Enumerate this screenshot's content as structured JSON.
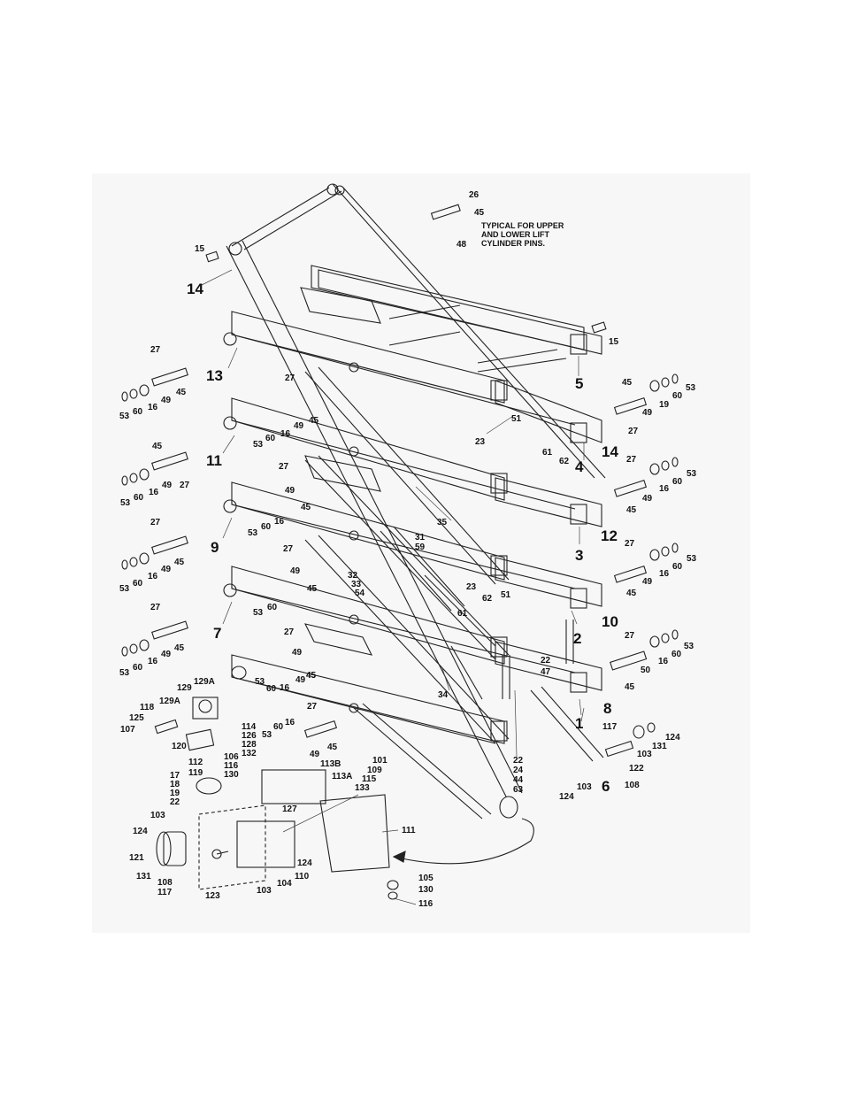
{
  "note": [
    "TYPICAL FOR UPPER",
    "AND LOWER LIFT",
    "CYLINDER PINS."
  ],
  "callouts": {
    "n26": "26",
    "n45a": "45",
    "n48": "48",
    "n15a": "15",
    "n14a": "14",
    "n15b": "15",
    "n5": "5",
    "n27a": "27",
    "n13": "13",
    "n49a": "49",
    "n45b": "45",
    "n53a": "53",
    "n60a": "60",
    "n16a": "16",
    "n27b": "27",
    "n45c": "45",
    "n49b": "49",
    "n16b": "16",
    "n60b": "60",
    "n53b": "53",
    "n45d": "45",
    "n19": "19",
    "n60c": "60",
    "n53c": "53",
    "n49c": "49",
    "n27c": "27",
    "n51a": "51",
    "n23a": "23",
    "n61a": "61",
    "n62a": "62",
    "n4": "4",
    "n14b": "14",
    "n45e": "45",
    "n11": "11",
    "n27d": "27",
    "n49d": "49",
    "n16c": "16",
    "n60d": "60",
    "n53d": "53",
    "n27e": "27",
    "n49e": "49",
    "n45f": "45",
    "n16d": "16",
    "n60e": "60",
    "n53e": "53",
    "n27f": "27",
    "n16e": "16",
    "n60f": "60",
    "n53f": "53",
    "n49f": "49",
    "n45g": "45",
    "n12": "12",
    "n35": "35",
    "n27g": "27",
    "n9": "9",
    "n49g": "49",
    "n45h": "45",
    "n16f": "16",
    "n60g": "60",
    "n53g": "53",
    "n27h": "27",
    "n49h": "49",
    "n45i": "45",
    "n3": "3",
    "n31": "31",
    "n59": "59",
    "n27i": "27",
    "n16g": "16",
    "n60h": "60",
    "n53h": "53",
    "n49i": "49",
    "n45j": "45",
    "n32": "32",
    "n33": "33",
    "n54": "54",
    "n23b": "23",
    "n51b": "51",
    "n62b": "62",
    "n61b": "61",
    "n10": "10",
    "n27j": "27",
    "n7": "7",
    "n49j": "49",
    "n45k": "45",
    "n16h": "16",
    "n60i": "60",
    "n53i": "53",
    "n53j": "53",
    "n60j": "60",
    "n27k": "27",
    "n49k": "49",
    "n45l": "45",
    "n2": "2",
    "n22a": "22",
    "n47": "47",
    "n27l": "27",
    "n16i": "16",
    "n60k": "60",
    "n53k": "53",
    "n50": "50",
    "n45m": "45",
    "n129A": "129A",
    "n129": "129",
    "n53l": "53",
    "n60l": "60",
    "n16j": "16",
    "n49l": "49",
    "n45n": "45",
    "n34": "34",
    "n8": "8",
    "n118": "118",
    "n129Ab": "129A",
    "n125": "125",
    "n107": "107",
    "n120": "120",
    "n27m": "27",
    "n1": "1",
    "n117a": "117",
    "n131a": "131",
    "n103a": "103",
    "n124a": "124",
    "n122": "122",
    "n114": "114",
    "n126": "126",
    "n128": "128",
    "n132": "132",
    "n60m": "60",
    "n53m": "53",
    "n16k": "16",
    "n49m": "49",
    "n45o": "45",
    "n112": "112",
    "n119": "119",
    "n106": "106",
    "n116a": "116",
    "n130a": "130",
    "n113B": "113B",
    "n101": "101",
    "n109": "109",
    "n115": "115",
    "n113A": "113A",
    "n133": "133",
    "n22b": "22",
    "n24": "24",
    "n44": "44",
    "n63": "63",
    "n6": "6",
    "n108a": "108",
    "n124b": "124",
    "n103b": "103",
    "n17": "17",
    "n18": "18",
    "n19b": "19",
    "n22c": "22",
    "n103c": "103",
    "n127": "127",
    "n111": "111",
    "n124c": "124",
    "n121": "121",
    "n131b": "131",
    "n108b": "108",
    "n117b": "117",
    "n123": "123",
    "n103d": "103",
    "n104": "104",
    "n110": "110",
    "n124d": "124",
    "n105": "105",
    "n130b": "130",
    "n116b": "116"
  }
}
